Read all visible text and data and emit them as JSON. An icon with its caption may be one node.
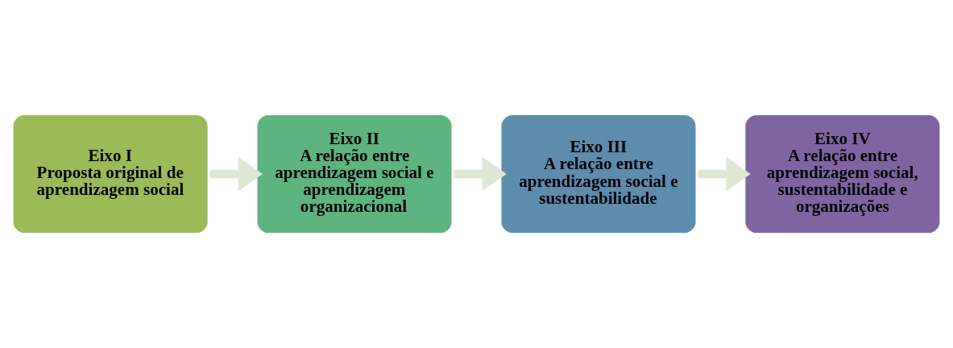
{
  "diagram": {
    "nodes": [
      {
        "text": [
          "Eixo I",
          "Proposta original de aprendizagem social"
        ]
      },
      {
        "text": [
          "Eixo II",
          "A relação entre aprendizagem social e aprendizagem organizacional"
        ]
      },
      {
        "text": [
          "Eixo III",
          "A relação entre aprendizagem social e sustentabilidade"
        ]
      },
      {
        "text": [
          "Eixo IV",
          "A relação entre aprendizagem social, sustentabilidade e organizações"
        ]
      }
    ],
    "edges": [
      {
        "from": 0,
        "to": 1,
        "arrow": "to"
      },
      {
        "from": 1,
        "to": 2,
        "arrow": "to"
      },
      {
        "from": 2,
        "to": 3,
        "arrow": "to"
      }
    ]
  }
}
